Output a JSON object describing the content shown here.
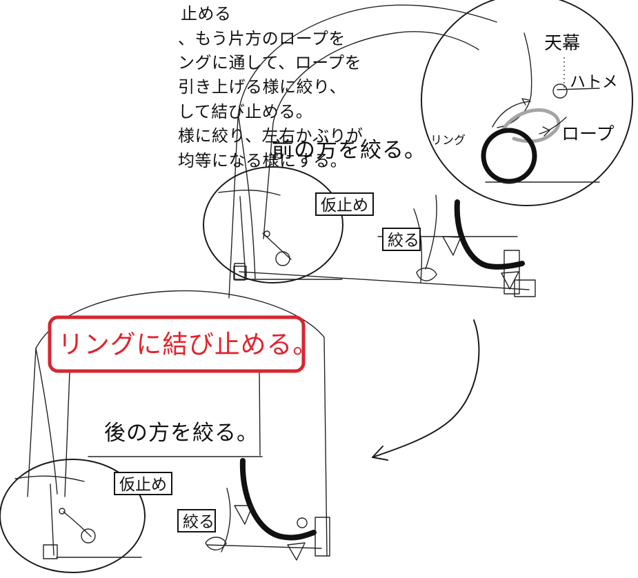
{
  "instructions": {
    "lines": [
      "止める",
      "、もう片方のロープを",
      "ングに通して、ロープを",
      "引き上げる様に絞り、",
      "して結び止める。",
      "様に絞り、左右かぶりが",
      "均等になる様にする。"
    ]
  },
  "front_diagram": {
    "caption": "前の方を絞る。",
    "temporary_stop": "仮止め",
    "tighten": "絞る"
  },
  "detail_callout": {
    "canopy": "天幕",
    "grommet": "ハトメ",
    "ring": "リング",
    "rope": "ロープ"
  },
  "rear_diagram": {
    "callout": "リングに結び止める。",
    "caption": "後の方を絞る。",
    "temporary_stop": "仮止め",
    "tighten": "絞る"
  },
  "colors": {
    "callout_red": "#e2222c",
    "line_dark": "#111111",
    "line_gray": "#a4a4a4"
  }
}
